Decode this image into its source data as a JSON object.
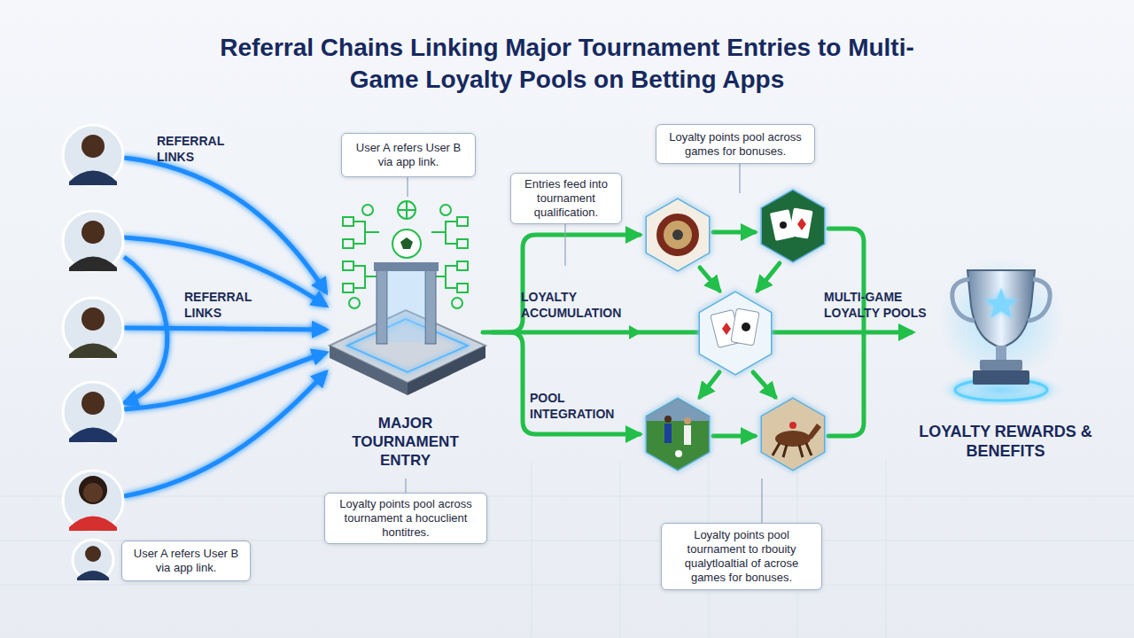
{
  "diagram": {
    "title": "Referral Chains Linking Major Tournament Entries to Multi-Game Loyalty Pools on Betting Apps",
    "nodes": [
      {
        "text": [
          "User A refers User B via app link."
        ]
      },
      {
        "text": [
          "Entries feed into tournament qualification."
        ]
      },
      {
        "text": [
          "Loyalty points pool across games for bonuses."
        ]
      },
      {
        "text": [
          "MAJOR TOURNAMENT ENTRY"
        ]
      },
      {
        "text": [
          "Loyalty points pool across tournament a hocuclient hontitres."
        ]
      },
      {
        "text": [
          "Loyalty points pool tournament to rbouity qualytloaltial of acrose games for bonuses."
        ]
      },
      {
        "text": [
          "LOYALTY REWARDS & BENEFITS"
        ]
      },
      {
        "text": [
          "User A refers User B via app link."
        ]
      }
    ],
    "edges": [
      {
        "from": 3,
        "to": 6,
        "arrow": "to",
        "label": "MULTI-GAME LOYALTY POOLS"
      }
    ],
    "labels": [
      "REFERRAL LINKS",
      "REFERRAL LINKS",
      "LOYALTY ACCUMULATION",
      "POOL INTEGRATION"
    ]
  }
}
